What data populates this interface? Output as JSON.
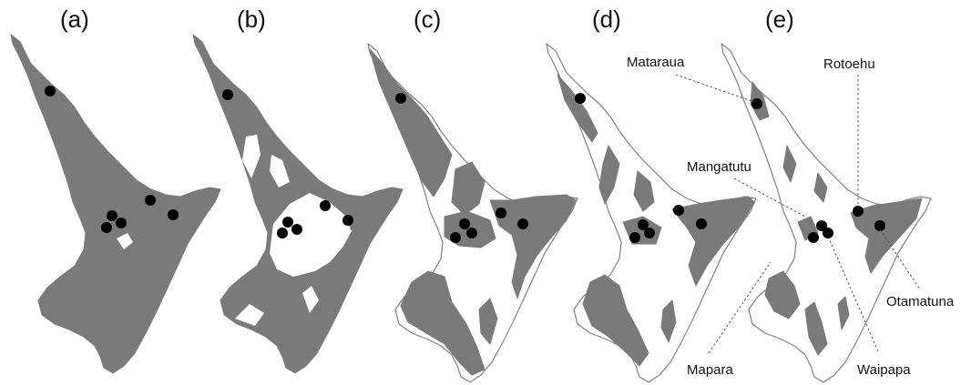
{
  "panels": [
    {
      "label": "(a)"
    },
    {
      "label": "(b)"
    },
    {
      "label": "(c)"
    },
    {
      "label": "(d)"
    },
    {
      "label": "(e)"
    }
  ],
  "sites": {
    "mataraua": "Mataraua",
    "rotoehu": "Rotoehu",
    "mangatutu": "Mangatutu",
    "otamatuna": "Otamatuna",
    "mapara": "Mapara",
    "waipapa": "Waipapa"
  },
  "colors": {
    "forest": "#7a7a7a",
    "coastline": "#808080",
    "site_marker": "#000000",
    "background": "#ffffff"
  }
}
